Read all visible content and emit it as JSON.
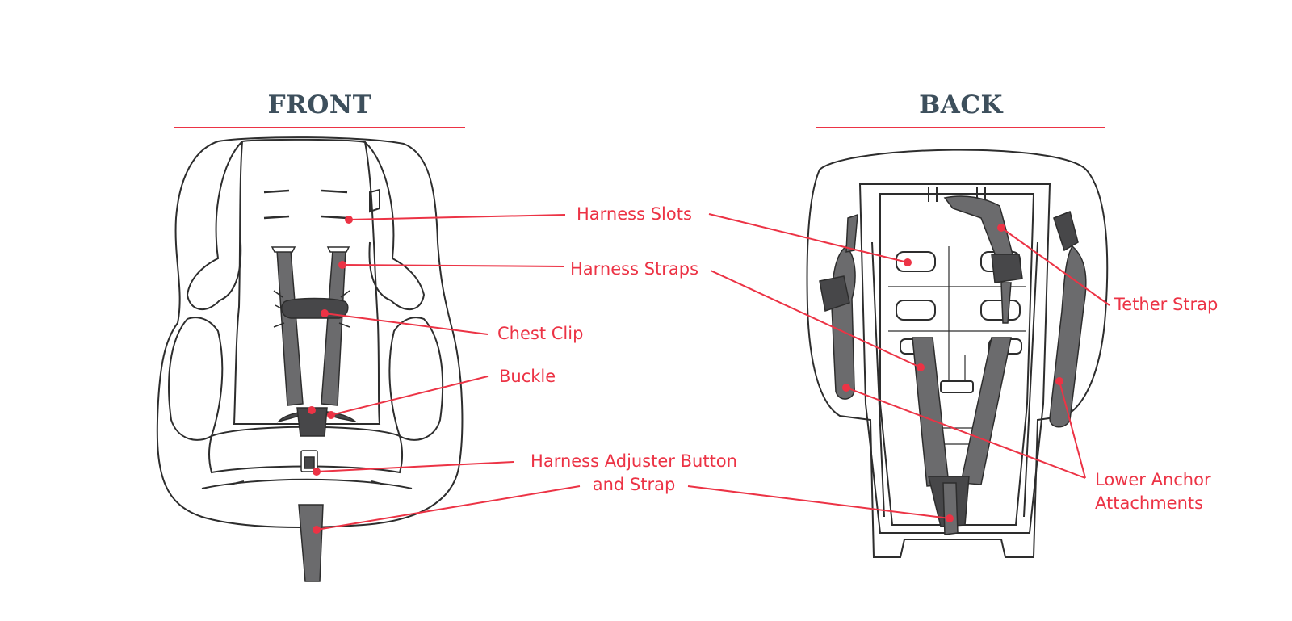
{
  "colors": {
    "accent": "#ec3345",
    "heading": "#3d4f5c",
    "outline": "#2d2d2d",
    "strap": "#6b6b6d",
    "strap_dark": "#474749",
    "seat_fill": "#ffffff"
  },
  "front": {
    "title": "FRONT",
    "labels": {
      "harness_slots": "Harness Slots",
      "harness_straps": "Harness Straps",
      "chest_clip": "Chest Clip",
      "buckle": "Buckle",
      "adjuster_line1": "Harness Adjuster Button",
      "adjuster_line2": "and Strap"
    }
  },
  "back": {
    "title": "BACK",
    "labels": {
      "tether_strap": "Tether Strap",
      "lower_anchor_line1": "Lower Anchor",
      "lower_anchor_line2": "Attachments"
    }
  }
}
